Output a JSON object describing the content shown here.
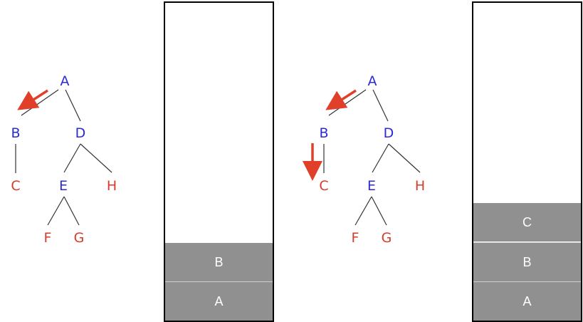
{
  "colors": {
    "visited": "#2b2bd6",
    "unvisited": "#d93a2b",
    "arrow": "#e0402a",
    "stack_cell": "#909090"
  },
  "left": {
    "nodes": {
      "A": "A",
      "B": "B",
      "C": "C",
      "D": "D",
      "E": "E",
      "F": "F",
      "G": "G",
      "H": "H"
    },
    "stack": [
      "B",
      "A"
    ]
  },
  "right": {
    "nodes": {
      "A": "A",
      "B": "B",
      "C": "C",
      "D": "D",
      "E": "E",
      "F": "F",
      "G": "G",
      "H": "H"
    },
    "stack": [
      "C",
      "B",
      "A"
    ]
  }
}
